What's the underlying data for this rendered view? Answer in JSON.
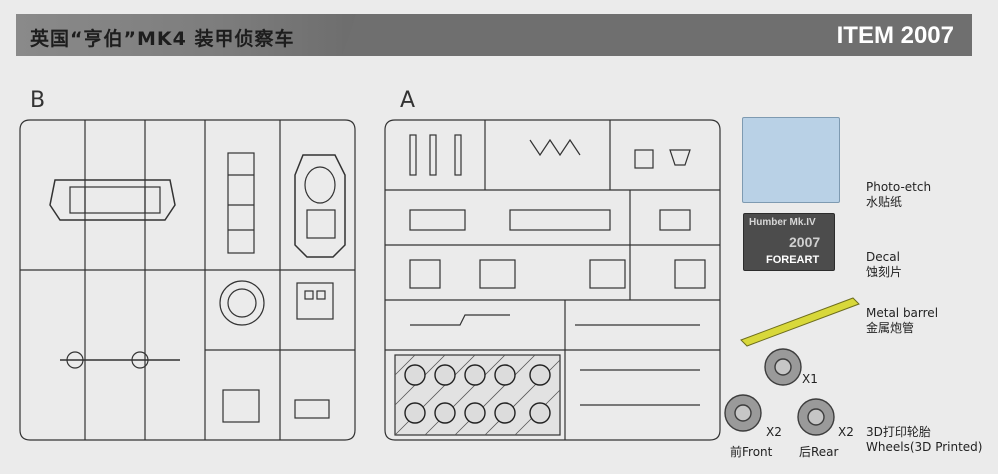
{
  "header": {
    "title": "英国“亨伯”MK4 装甲侦察车",
    "item": "ITEM 2007"
  },
  "frames": {
    "b_label": "B",
    "a_label": "A"
  },
  "accessories": {
    "photoetch_en": "Photo-etch",
    "photoetch_cn": "水贴纸",
    "decal_en": "Decal",
    "decal_cn": "蚀刻片",
    "decal_plate_title": "Humber Mk.IV",
    "decal_plate_num": "2007",
    "decal_plate_brand": "FOREART",
    "barrel_en": "Metal barrel",
    "barrel_cn": "金属炮管",
    "x1": "X1",
    "x2a": "X2",
    "x2b": "X2",
    "front": "前Front",
    "rear": "后Rear",
    "wheels_cn": "3D打印轮胎",
    "wheels_en": "Wheels(3D Printed)"
  }
}
